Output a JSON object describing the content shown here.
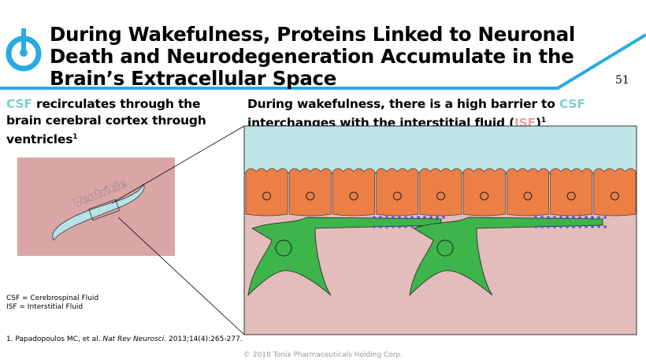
{
  "header": {
    "title": "During Wakefulness, Proteins Linked to Neuronal Death and Neurodegeneration Accumulate in the Brain’s Extracellular Space",
    "page_number": "51",
    "logo": "power-icon"
  },
  "left": {
    "csf": "CSF",
    "text": " recirculates through the brain cerebral cortex through ventricles",
    "sup": "1",
    "ventricle_label": "Ventricle"
  },
  "right": {
    "text1": "During wakefulness, there is a high barrier to ",
    "csf": "CSF",
    "text2": " interchanges with the interstitial fluid (",
    "isf": "ISF",
    "text3": ")",
    "sup": "1"
  },
  "abbreviations": [
    "CSF = Cerebrospinal Fluid",
    "ISF = Interstitial Fluid"
  ],
  "reference": {
    "num": "1.  ",
    "authors": "Papadopoulos MC, et al. ",
    "journal": "Nat Rev Neurosci.",
    "rest": " 2013;14(4):265-277."
  },
  "footer": {
    "copyright": "© 2018 Tonix Pharmaceuticals Holding Corp."
  },
  "colors": {
    "accent": "#29abe2",
    "csf": "#7fd0cf",
    "isf": "#e7a5a3",
    "cell": "#ec7f45",
    "astrocyte": "#3db54a"
  }
}
